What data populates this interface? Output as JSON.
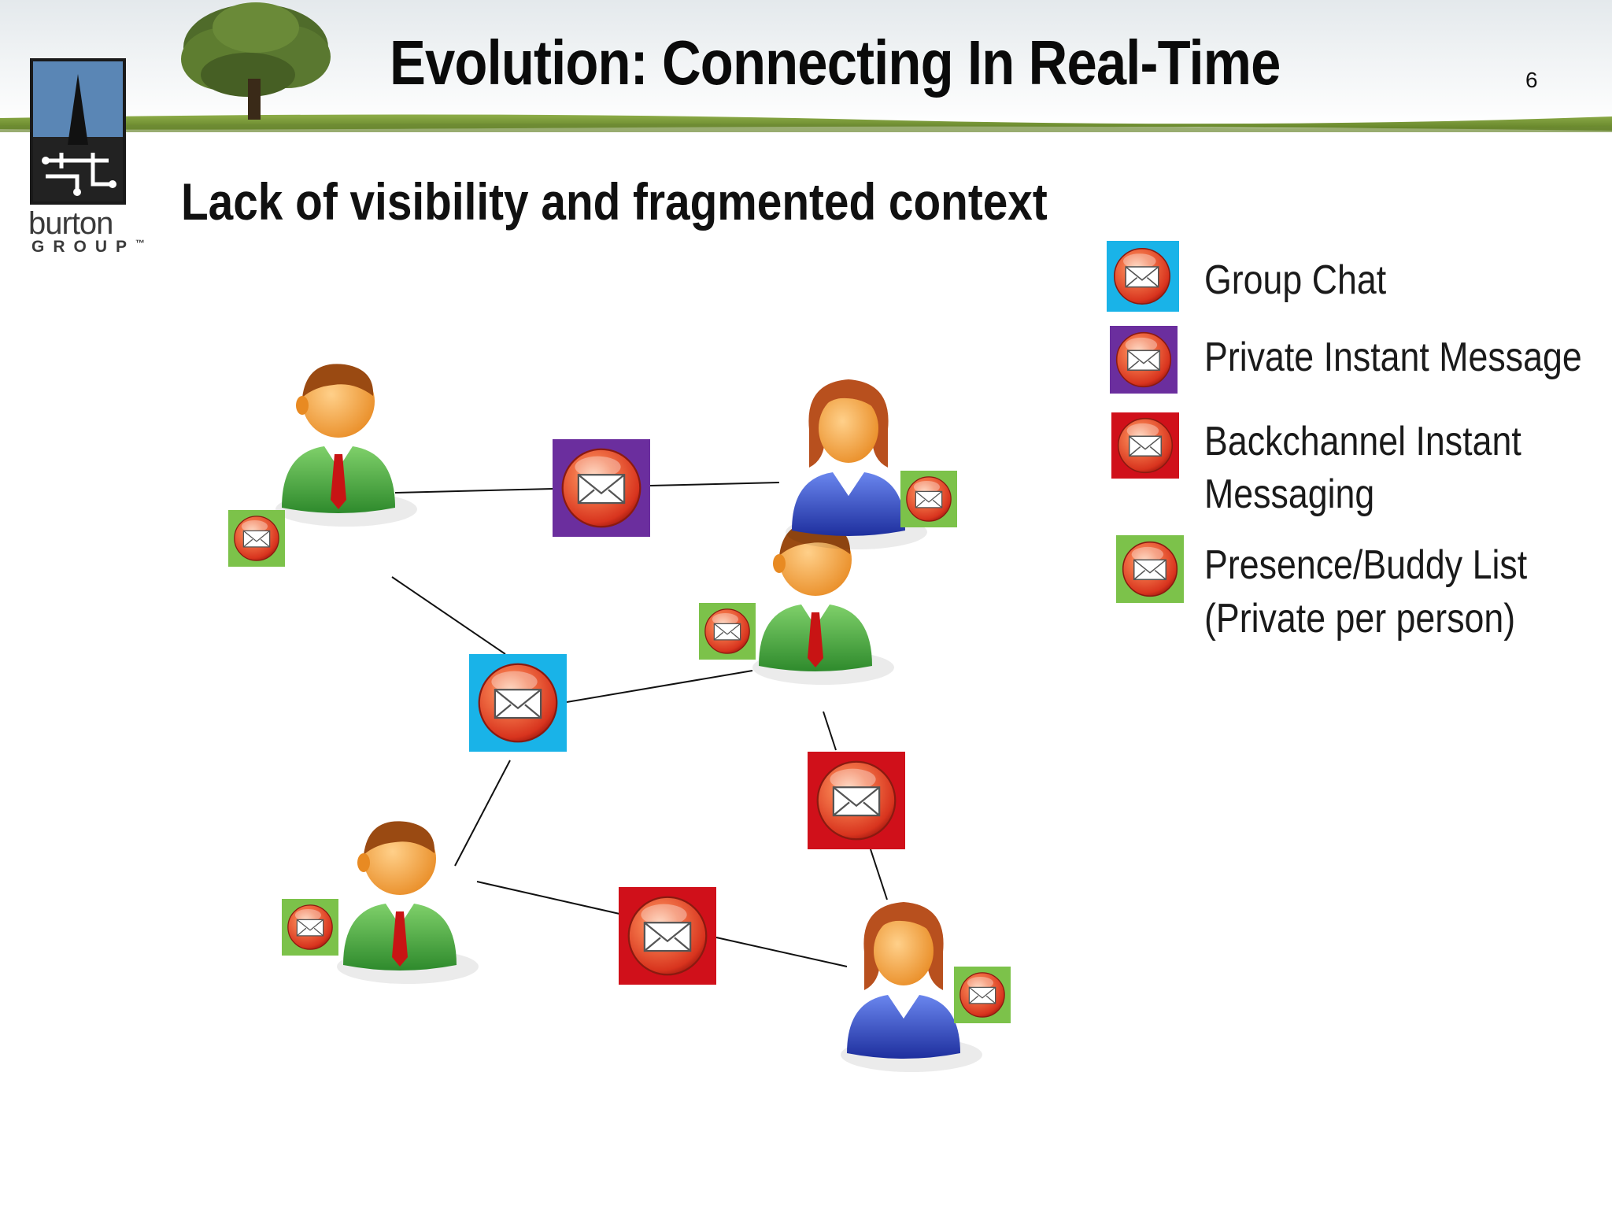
{
  "slide": {
    "title": "Evolution: Connecting In Real-Time",
    "page_number": "6",
    "subtitle": "Lack of visibility and fragmented context"
  },
  "logo": {
    "word": "burton",
    "sub": "GROUP",
    "tm": "™"
  },
  "legend": [
    {
      "label": "Group Chat",
      "color": "#19b3e8"
    },
    {
      "label": "Private Instant Message",
      "color": "#6b2e9e"
    },
    {
      "label_line1": "Backchannel Instant",
      "label_line2": "Messaging",
      "color": "#d0101a"
    },
    {
      "label_line1": "Presence/Buddy List",
      "label_line2": "(Private per person)",
      "color": "#7cc24a"
    }
  ],
  "colors": {
    "man_suit": "#4aa33f",
    "woman_suit": "#2f48c0",
    "skin": "#f2a040",
    "man_hair": "#9a4a12",
    "woman_hair": "#b8501e",
    "tie": "#c81414",
    "orb": "#e84a2a"
  }
}
